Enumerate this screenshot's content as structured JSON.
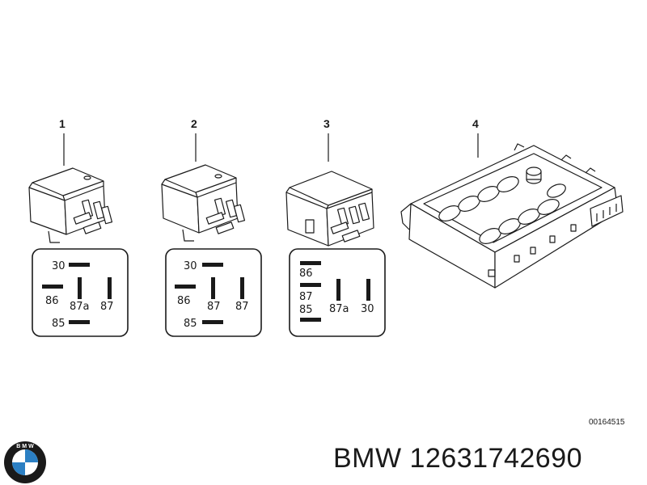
{
  "callouts": [
    "1",
    "2",
    "3",
    "4"
  ],
  "relay1": {
    "pins": [
      "30",
      "86",
      "87a",
      "87",
      "85"
    ]
  },
  "relay2": {
    "pins": [
      "30",
      "86",
      "87",
      "87",
      "85"
    ]
  },
  "relay3": {
    "pins": [
      "86",
      "87",
      "85",
      "87a",
      "30"
    ]
  },
  "catalog_code": "00164515",
  "logo": {
    "text": "B M W",
    "colors": {
      "blue": "#2b7fc3",
      "white": "#ffffff",
      "ring": "#1a1a1a"
    }
  },
  "part_number": "BMW 12631742690"
}
